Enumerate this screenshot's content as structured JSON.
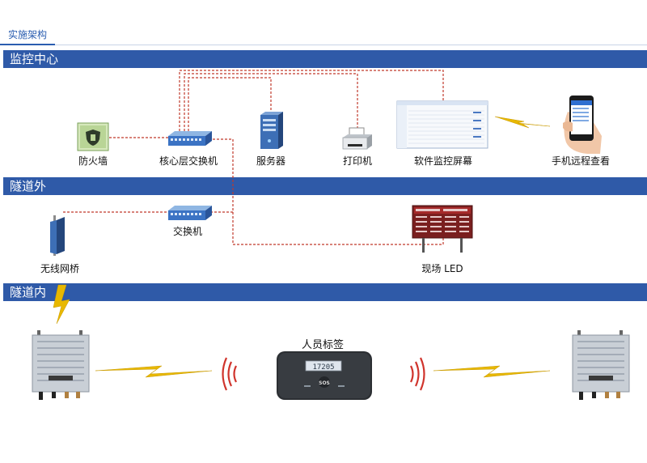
{
  "header": {
    "tab_label": "实施架构"
  },
  "sections": {
    "monitor_center": "监控中心",
    "tunnel_outside": "隧道外",
    "tunnel_inside": "隧道内"
  },
  "nodes": {
    "firewall": "防火墙",
    "core_switch": "核心层交换机",
    "server": "服务器",
    "printer": "打印机",
    "monitor_screen": "软件监控屏幕",
    "mobile_view": "手机远程查看",
    "switch": "交换机",
    "wireless_bridge": "无线网桥",
    "site_led": "现场 LED",
    "personnel_tag": "人员标签"
  },
  "tag_device": {
    "display": "17205",
    "sos": "SOS"
  },
  "colors": {
    "band": "#2f5aa8",
    "wire": "#c0392b",
    "bolt": "#e8b800"
  }
}
